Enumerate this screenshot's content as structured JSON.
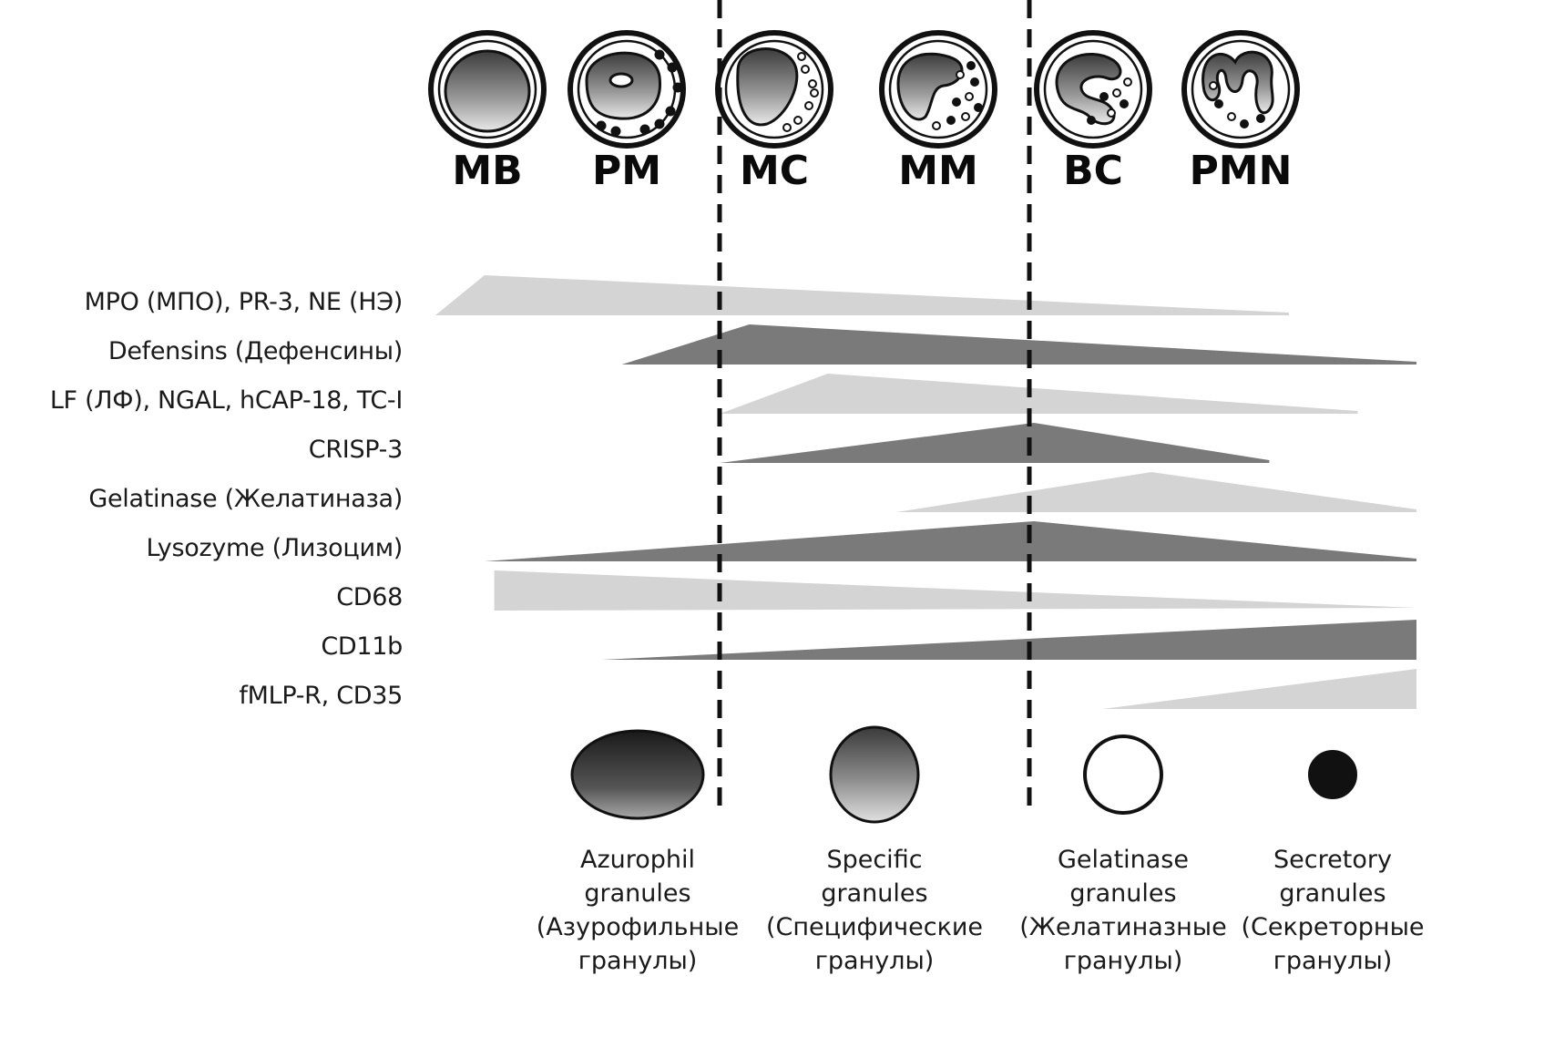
{
  "title": "Neutrophil granulopoiesis: granule protein synthesis by maturation stage",
  "stages": [
    {
      "id": "MB",
      "label": "MB",
      "nucleus": "round",
      "granules": 0
    },
    {
      "id": "PM",
      "label": "PM",
      "nucleus": "round-nucleolus",
      "granules": 8
    },
    {
      "id": "MC",
      "label": "MC",
      "nucleus": "oval",
      "granules": 7
    },
    {
      "id": "MM",
      "label": "MM",
      "nucleus": "kidney",
      "granules": 9
    },
    {
      "id": "BC",
      "label": "BC",
      "nucleus": "band",
      "granules": 6
    },
    {
      "id": "PMN",
      "label": "PMN",
      "nucleus": "segmented",
      "granules": 5
    }
  ],
  "dividers": [
    {
      "between": [
        "PM",
        "MC"
      ]
    },
    {
      "between": [
        "MM",
        "BC"
      ]
    }
  ],
  "markers": [
    {
      "label": "MPO (МПО), PR-3, NE (НЭ)",
      "shade": "light",
      "start": 0.0,
      "peak": 0.05,
      "end": 0.87,
      "peak_level": 1.0
    },
    {
      "label": "Defensins (Дефенсины)",
      "shade": "dark",
      "start": 0.19,
      "peak": 0.32,
      "end": 1.0,
      "peak_level": 1.0
    },
    {
      "label": "LF (ЛФ), NGAL, hCAP-18, TC-I",
      "shade": "light",
      "start": 0.29,
      "peak": 0.4,
      "end": 0.94,
      "peak_level": 1.0
    },
    {
      "label": "CRISP-3",
      "shade": "dark",
      "start": 0.29,
      "peak": 0.61,
      "end": 0.85,
      "peak_level": 1.0
    },
    {
      "label": "Gelatinase (Желатиназа)",
      "shade": "light",
      "start": 0.47,
      "peak": 0.73,
      "end": 1.0,
      "peak_level": 1.0
    },
    {
      "label": "Lysozyme (Лизоцим)",
      "shade": "dark",
      "start": 0.05,
      "peak": 0.61,
      "end": 1.0,
      "peak_level": 1.0
    },
    {
      "label": "CD68",
      "shade": "light",
      "start": 0.06,
      "peak": 0.06,
      "end": 1.0,
      "peak_level": 1.0
    },
    {
      "label": "CD11b",
      "shade": "dark",
      "start": 0.17,
      "peak": 1.0,
      "end": 1.0,
      "peak_level": 1.0
    },
    {
      "label": "fMLP-R, CD35",
      "shade": "light",
      "start": 0.68,
      "peak": 1.0,
      "end": 1.0,
      "peak_level": 1.0
    }
  ],
  "granules": [
    {
      "type": "azurophil",
      "line1": "Azurophil",
      "line2": "granules",
      "line3": "(Азурофильные",
      "line4": "гранулы)",
      "fill": "dark-gradient"
    },
    {
      "type": "specific",
      "line1": "Specific",
      "line2": "granules",
      "line3": "(Специфические",
      "line4": "гранулы)",
      "fill": "mid-gradient"
    },
    {
      "type": "gelatinase",
      "line1": "Gelatinase",
      "line2": "granules",
      "line3": "(Желатиназные",
      "line4": "гранулы)",
      "fill": "white"
    },
    {
      "type": "secretory",
      "line1": "Secretory",
      "line2": "granules",
      "line3": "(Секреторные",
      "line4": "гранулы)",
      "fill": "black"
    }
  ],
  "colors": {
    "light_wedge": "#d4d4d4",
    "dark_wedge": "#7a7a7a",
    "divider": "#111111",
    "text": "#1a1a1a"
  }
}
